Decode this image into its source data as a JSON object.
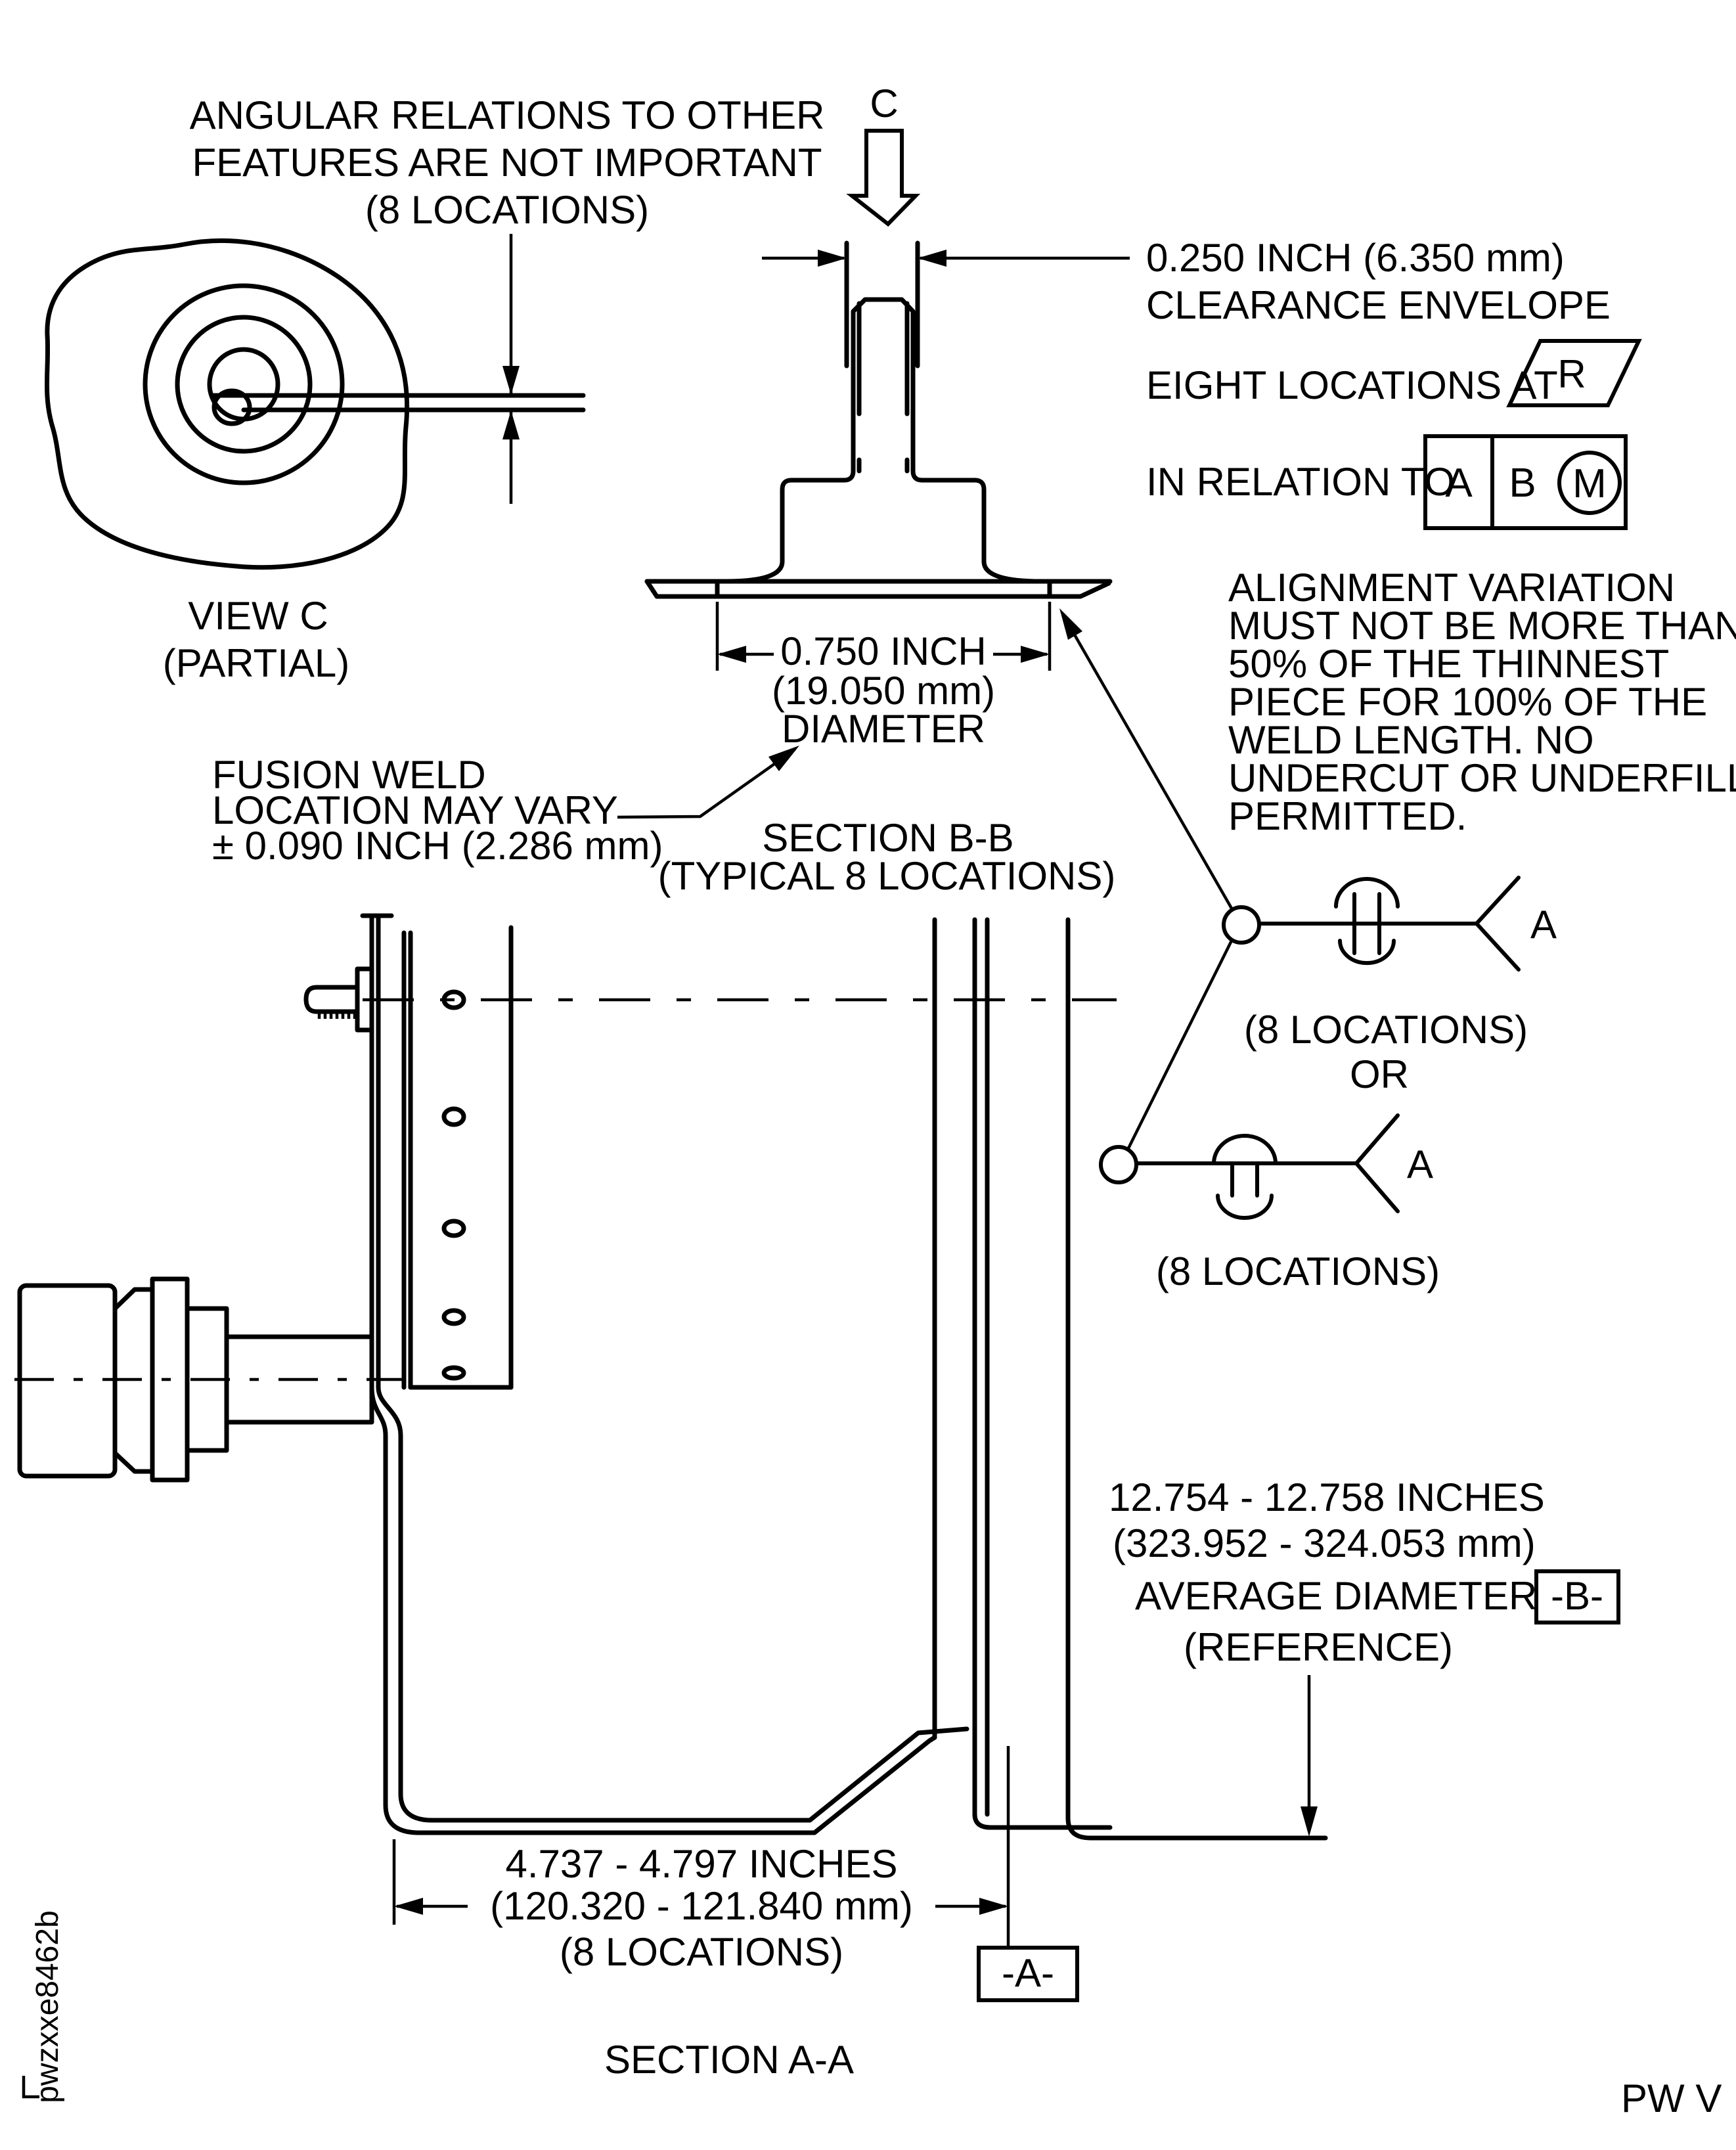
{
  "document": {
    "kind": "engineering-section-drawing",
    "drawing_code": "pwzxxe8462b",
    "page_code": "PW V",
    "ink_color": "#000000",
    "paper_color": "#ffffff"
  },
  "notes": {
    "angular": {
      "line1": "ANGULAR RELATIONS TO OTHER",
      "line2": "FEATURES ARE NOT IMPORTANT",
      "line3": "(8 LOCATIONS)"
    },
    "clearance": {
      "line1": "0.250 INCH (6.350 mm)",
      "line2": "CLEARANCE ENVELOPE",
      "line3": "EIGHT LOCATIONS AT",
      "flag_letter": "R",
      "line4": "IN RELATION TO",
      "datum_primary": "A",
      "datum_secondary": "B",
      "datum_modifier": "M"
    },
    "alignment": {
      "line1": "ALIGNMENT VARIATION",
      "line2": "MUST NOT BE MORE THAN",
      "line3": "50% OF THE THINNEST",
      "line4": "PIECE FOR 100% OF THE",
      "line5": "WELD LENGTH. NO",
      "line6": "UNDERCUT OR UNDERFILL",
      "line7": "PERMITTED."
    },
    "fusion": {
      "line1": "FUSION WELD",
      "line2": "LOCATION MAY VARY",
      "line3": "± 0.090 INCH (2.286 mm)"
    }
  },
  "views": {
    "view_c": {
      "arrow_label": "C",
      "title": "VIEW C",
      "subtitle": "(PARTIAL)"
    },
    "section_bb": {
      "title": "SECTION B-B",
      "subtitle": "(TYPICAL 8 LOCATIONS)"
    },
    "section_aa": {
      "title": "SECTION A-A"
    }
  },
  "dimensions": {
    "boss_diameter": {
      "line1": "0.750 INCH",
      "line2": "(19.050 mm)",
      "line3": "DIAMETER"
    },
    "flange_length": {
      "line1": "4.737 - 4.797 INCHES",
      "line2": "(120.320 - 121.840 mm)",
      "line3": "(8 LOCATIONS)"
    },
    "average_diameter": {
      "line1": "12.754 - 12.758 INCHES",
      "line2": "(323.952 - 324.053 mm)",
      "line3": "AVERAGE DIAMETER",
      "line4": "(REFERENCE)"
    }
  },
  "welds": {
    "top": {
      "tail_label": "A",
      "note": "(8 LOCATIONS)"
    },
    "or_label": "OR",
    "bottom": {
      "tail_label": "A",
      "note": "(8 LOCATIONS)"
    }
  },
  "datums": {
    "a": "-A-",
    "b": "-B-"
  }
}
